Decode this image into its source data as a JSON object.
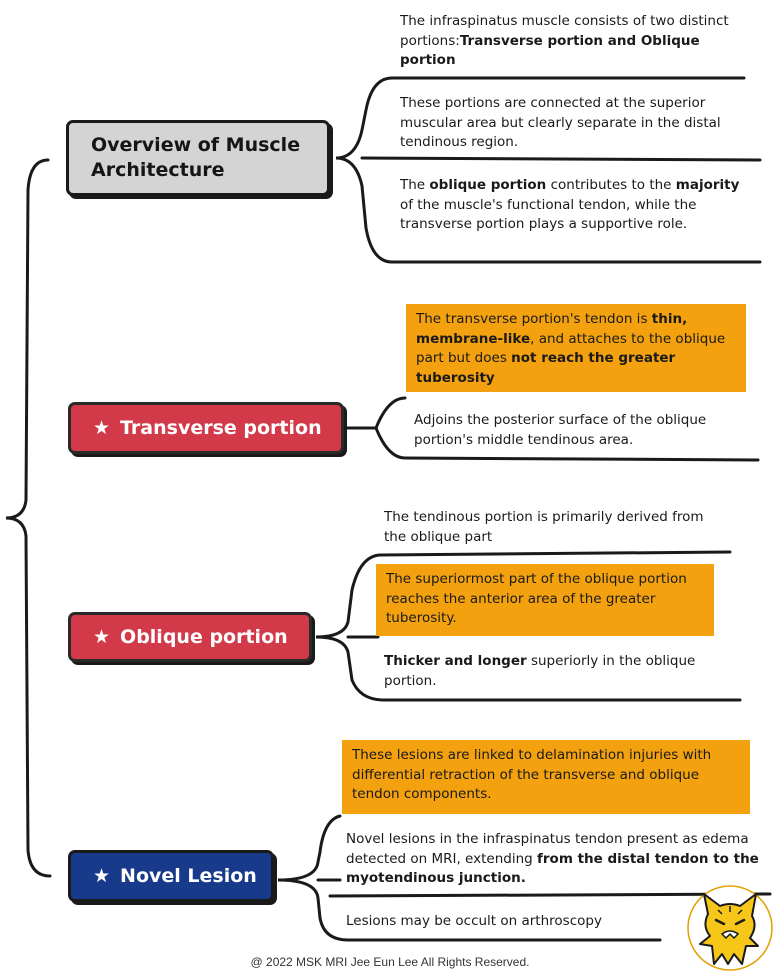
{
  "sections": [
    {
      "title_lines": [
        "Overview of Muscle",
        "Architecture"
      ],
      "items": [
        {
          "parts": [
            [
              "The infraspinatus muscle consists of two distinct portions:",
              false
            ],
            [
              "Transverse portion and Oblique portion",
              true
            ]
          ]
        },
        {
          "parts": [
            [
              "These portions are connected at the superior muscular area but clearly separate in the distal tendinous region.",
              false
            ]
          ]
        },
        {
          "parts": [
            [
              "The ",
              false
            ],
            [
              "oblique portion",
              true
            ],
            [
              " contributes to the ",
              false
            ],
            [
              "majority",
              true
            ],
            [
              " of the muscle's functional tendon, while the transverse portion plays a supportive role.",
              false
            ]
          ]
        }
      ]
    },
    {
      "title": "Transverse portion",
      "items": [
        {
          "parts": [
            [
              "The transverse portion's tendon is ",
              false
            ],
            [
              "thin, membrane-like",
              true
            ],
            [
              ", and attaches to the oblique part but does ",
              false
            ],
            [
              "not reach the greater tuberosity",
              true
            ]
          ]
        },
        {
          "parts": [
            [
              "Adjoins the posterior surface of the oblique portion's middle tendinous area.",
              false
            ]
          ]
        }
      ]
    },
    {
      "title": "Oblique portion",
      "items": [
        {
          "parts": [
            [
              "The tendinous portion is primarily derived from the oblique part",
              false
            ]
          ]
        },
        {
          "parts": [
            [
              "The superiormost part of the oblique portion reaches the anterior area of the greater tuberosity.",
              false
            ]
          ]
        },
        {
          "parts": [
            [
              "Thicker and longer",
              true
            ],
            [
              " superiorly in the oblique portion.",
              false
            ]
          ]
        }
      ]
    },
    {
      "title": "Novel Lesion",
      "items": [
        {
          "parts": [
            [
              "These lesions are linked to delamination injuries with differential retraction of the transverse and oblique tendon components.",
              false
            ]
          ]
        },
        {
          "parts": [
            [
              "Novel lesions in the infraspinatus tendon present as edema detected on MRI, extending ",
              false
            ],
            [
              "from the distal tendon to the myotendinous junction.",
              true
            ]
          ]
        },
        {
          "parts": [
            [
              "Lesions may be occult on arthroscopy",
              false
            ]
          ]
        }
      ]
    }
  ],
  "footer": "@ 2022 MSK MRI Jee Eun Lee All Rights Reserved.",
  "star_icon": "★",
  "colors": {
    "highlight": "#f3a10e",
    "red_node": "#d23a4a",
    "navy_node": "#173a8a",
    "grey_node": "#d4d4d4"
  }
}
